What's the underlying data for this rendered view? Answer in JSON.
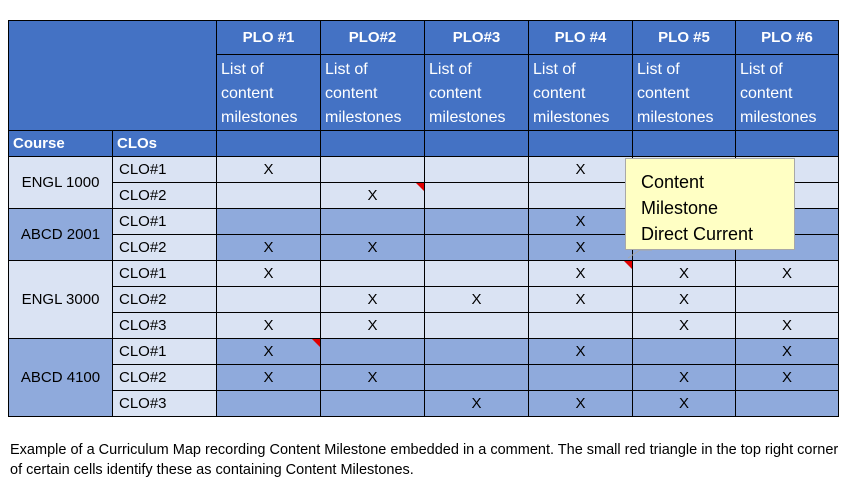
{
  "table": {
    "plo_headers": [
      "PLO #1",
      "PLO#2",
      "PLO#3",
      "PLO #4",
      "PLO #5",
      "PLO #6"
    ],
    "sub_header": "List of content milestones",
    "course_label": "Course",
    "clos_label": "CLOs",
    "mark_symbol": "X",
    "courses": [
      {
        "name": "ENGL 1000",
        "rows": [
          {
            "clo": "CLO#1",
            "marks": [
              true,
              false,
              false,
              true,
              false,
              false
            ],
            "flags": [
              false,
              false,
              false,
              false,
              false,
              false
            ]
          },
          {
            "clo": "CLO#2",
            "marks": [
              false,
              true,
              false,
              false,
              false,
              false
            ],
            "flags": [
              false,
              true,
              false,
              false,
              false,
              false
            ]
          }
        ]
      },
      {
        "name": "ABCD 2001",
        "rows": [
          {
            "clo": "CLO#1",
            "marks": [
              false,
              false,
              false,
              true,
              false,
              false
            ],
            "flags": [
              false,
              false,
              false,
              false,
              false,
              false
            ]
          },
          {
            "clo": "CLO#2",
            "marks": [
              true,
              true,
              false,
              true,
              false,
              false
            ],
            "flags": [
              false,
              false,
              false,
              false,
              false,
              false
            ]
          }
        ]
      },
      {
        "name": "ENGL 3000",
        "rows": [
          {
            "clo": "CLO#1",
            "marks": [
              true,
              false,
              false,
              true,
              true,
              true
            ],
            "flags": [
              false,
              false,
              false,
              true,
              false,
              false
            ]
          },
          {
            "clo": "CLO#2",
            "marks": [
              false,
              true,
              true,
              true,
              true,
              false
            ],
            "flags": [
              false,
              false,
              false,
              false,
              false,
              false
            ]
          },
          {
            "clo": "CLO#3",
            "marks": [
              true,
              true,
              false,
              false,
              true,
              true
            ],
            "flags": [
              false,
              false,
              false,
              false,
              false,
              false
            ]
          }
        ]
      },
      {
        "name": "ABCD 4100",
        "rows": [
          {
            "clo": "CLO#1",
            "marks": [
              true,
              false,
              false,
              true,
              false,
              true
            ],
            "flags": [
              true,
              false,
              false,
              false,
              false,
              false
            ]
          },
          {
            "clo": "CLO#2",
            "marks": [
              true,
              true,
              false,
              false,
              true,
              true
            ],
            "flags": [
              false,
              false,
              false,
              false,
              false,
              false
            ]
          },
          {
            "clo": "CLO#3",
            "marks": [
              false,
              false,
              true,
              true,
              true,
              false
            ],
            "flags": [
              false,
              false,
              false,
              false,
              false,
              false
            ]
          }
        ]
      }
    ],
    "colors": {
      "header": "#4472c4",
      "band_light": "#dae3f3",
      "band_dark": "#8faadc",
      "flag": "#e00000",
      "callout_bg": "#ffffc4"
    }
  },
  "callout": {
    "lines": [
      "Content",
      "Milestone",
      "Direct Current"
    ]
  },
  "caption": "Example of a Curriculum Map recording Content Milestone embedded in a comment. The small red triangle in the top right corner of certain cells identify these as containing Content Milestones."
}
